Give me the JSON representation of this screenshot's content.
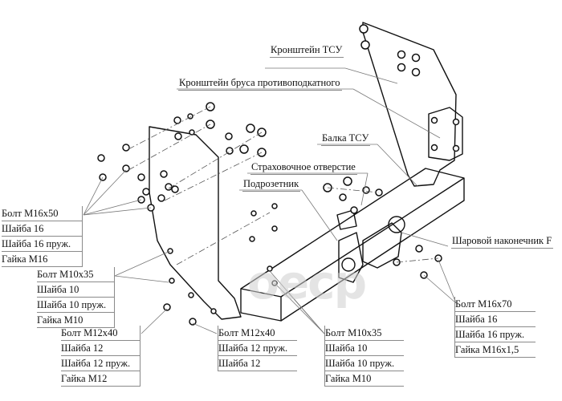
{
  "diagram": {
    "title": "Exploded view of tow hitch (ТСУ) assembly",
    "callouts": {
      "bracket_tsu": "Кронштейн ТСУ",
      "bumper_bracket": "Кронштейн бруса противоподкатного",
      "beam": "Балка ТСУ",
      "safety_hole": "Страховочное отверстие",
      "socket_plate": "Подрозетник",
      "ball": "Шаровой наконечник F"
    },
    "fastener_groups": {
      "m16x50": [
        "Болт М16х50",
        "Шайба 16",
        "Шайба 16 пруж.",
        "Гайка М16"
      ],
      "m10x35_left": [
        "Болт М10х35",
        "Шайба 10",
        "Шайба 10 пруж.",
        "Гайка М10"
      ],
      "m12x40_a": [
        "Болт М12х40",
        "Шайба 12",
        "Шайба 12 пруж.",
        "Гайка М12"
      ],
      "m12x40_b": [
        "Болт М12х40",
        "Шайба 12 пруж.",
        "Шайба 12"
      ],
      "m10x35_right": [
        "Болт М10х35",
        "Шайба 10",
        "Шайба 10 пруж.",
        "Гайка М10"
      ],
      "m16x70": [
        "Болт М16х70",
        "Шайба 16",
        "Шайба 16 пруж.",
        "Гайка М16х1,5"
      ]
    },
    "watermark": "oecp"
  }
}
